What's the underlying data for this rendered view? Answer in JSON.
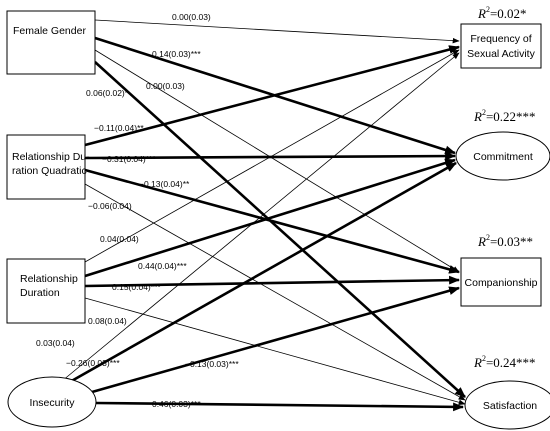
{
  "predictors": {
    "female_gender": {
      "label": "Female Gender"
    },
    "relationship_duration_quadratic": {
      "line1": "Relationship Du-",
      "line2": "ration Quadratic"
    },
    "relationship_duration": {
      "line1": "Relationship",
      "line2": "Duration"
    },
    "insecurity": {
      "label": "Insecurity"
    }
  },
  "outcomes": {
    "frequency_of_sexual_activity": {
      "line1": "Frequency of",
      "line2": "Sexual Activity",
      "r2": "=0.02*"
    },
    "commitment": {
      "label": "Commitment",
      "r2": "=0.22***"
    },
    "companionship": {
      "label": "Companionship",
      "r2": "=0.03**"
    },
    "satisfaction": {
      "label": "Satisfaction",
      "r2": "=0.24***"
    }
  },
  "r2_symbol": "R",
  "r2_sup": "2",
  "paths": [
    {
      "id": "fg-freq",
      "label": "0.00(0.03)",
      "significant": false
    },
    {
      "id": "fg-commit",
      "label": "0.14(0.03)***",
      "significant": true
    },
    {
      "id": "fg-comp",
      "label": "0.00(0.03)",
      "significant": false
    },
    {
      "id": "fg-sat",
      "label": "0.06(0.02)*",
      "significant": true
    },
    {
      "id": "rdq-freq",
      "label": "−0.11(0.04)**",
      "significant": true
    },
    {
      "id": "rdq-commit",
      "label": "−0.31(0.04)***",
      "significant": true
    },
    {
      "id": "rdq-comp",
      "label": "−0.13(0.04)**",
      "significant": true
    },
    {
      "id": "rdq-sat",
      "label": "−0.06(0.04)",
      "significant": false
    },
    {
      "id": "rd-freq",
      "label": "0.04(0.04)",
      "significant": false
    },
    {
      "id": "rd-commit",
      "label": "0.44(0.04)***",
      "significant": true
    },
    {
      "id": "rd-comp",
      "label": "0.15(0.04)***",
      "significant": true
    },
    {
      "id": "rd-sat",
      "label": "0.08(0.04)",
      "significant": false
    },
    {
      "id": "ins-freq",
      "label": "0.03(0.04)",
      "significant": false
    },
    {
      "id": "ins-commit",
      "label": "−0.26(0.03)***",
      "significant": true
    },
    {
      "id": "ins-comp",
      "label": "−0.13(0.03)***",
      "significant": true
    },
    {
      "id": "ins-sat",
      "label": "−0.46(0.03)***",
      "significant": true
    }
  ]
}
